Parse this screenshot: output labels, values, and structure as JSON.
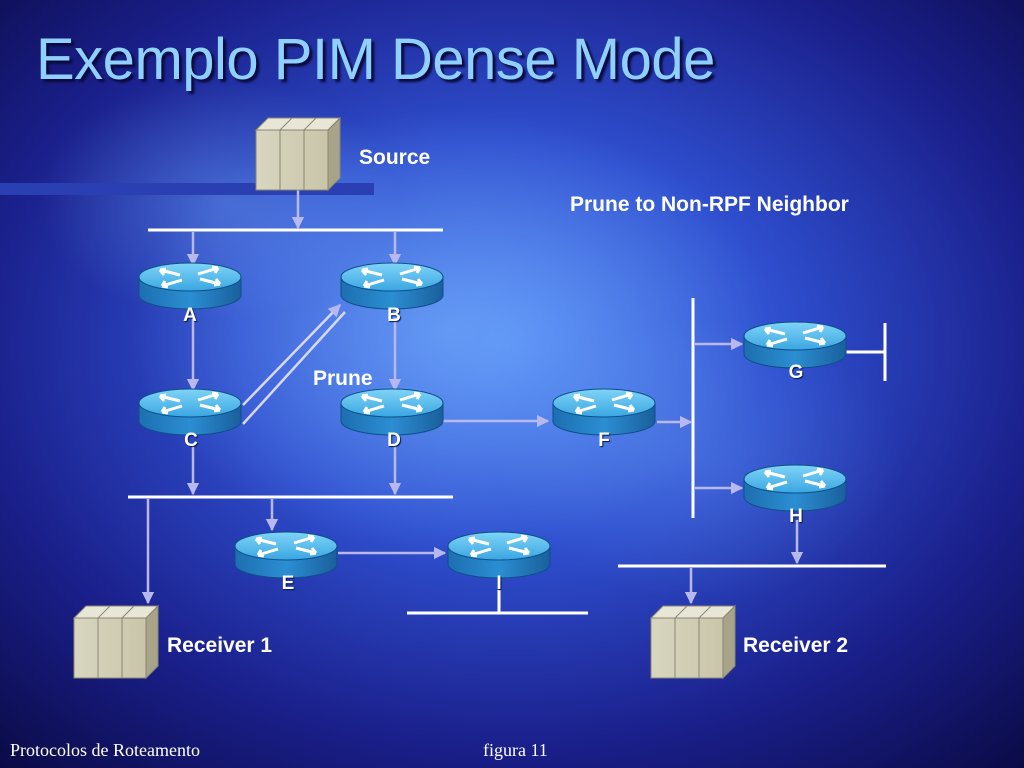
{
  "slide": {
    "title": "Exemplo PIM Dense Mode",
    "footer_left": "Protocolos de Roteamento",
    "footer_center": "figura 11"
  },
  "diagram": {
    "source_label": "Source",
    "annotation": "Prune to Non-RPF Neighbor",
    "prune_label": "Prune",
    "receiver1_label": "Receiver 1",
    "receiver2_label": "Receiver 2",
    "routers": [
      {
        "id": "A",
        "label": "A"
      },
      {
        "id": "B",
        "label": "B"
      },
      {
        "id": "C",
        "label": "C"
      },
      {
        "id": "D",
        "label": "D"
      },
      {
        "id": "E",
        "label": "E"
      },
      {
        "id": "F",
        "label": "F"
      },
      {
        "id": "G",
        "label": "G"
      },
      {
        "id": "H",
        "label": "H"
      },
      {
        "id": "I",
        "label": "I"
      }
    ]
  },
  "colors": {
    "background_center": "#3f6fe0",
    "background_edge": "#0a0a44",
    "link": "#ffffff",
    "flow_arrow": "#b8b8ee",
    "router_top": "#5bc0ef",
    "router_side": "#1f7fc4",
    "title": "#8fd0ff"
  }
}
